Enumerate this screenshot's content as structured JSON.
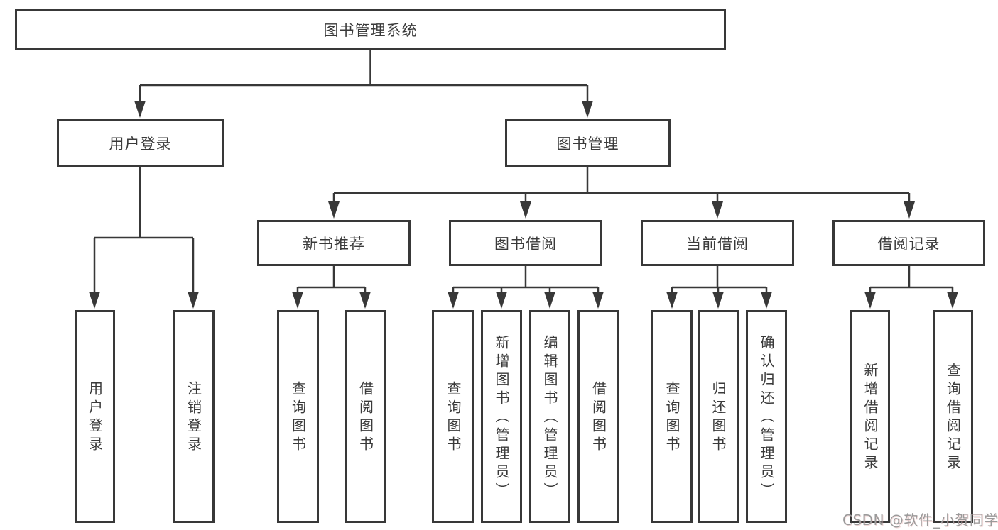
{
  "title": "图书管理系统",
  "tree": {
    "login": {
      "label": "用户登录",
      "leaves": [
        "用户登录",
        "注销登录"
      ]
    },
    "mgmt": {
      "label": "图书管理",
      "groups": [
        {
          "label": "新书推荐",
          "leaves": [
            "查询图书",
            "借阅图书"
          ]
        },
        {
          "label": "图书借阅",
          "leaves": [
            "查询图书",
            "新增图书（管理员）",
            "编辑图书（管理员）",
            "借阅图书"
          ]
        },
        {
          "label": "当前借阅",
          "leaves": [
            "查询图书",
            "归还图书",
            "确认归还（管理员）"
          ]
        },
        {
          "label": "借阅记录",
          "leaves": [
            "新增借阅记录",
            "查询借阅记录"
          ]
        }
      ]
    }
  },
  "watermark": "CSDN @软件_小贺同学",
  "colors": {
    "line": "#383838",
    "text": "#3a3a3a",
    "watermark": "#9b9b9b",
    "background": "#ffffff"
  }
}
